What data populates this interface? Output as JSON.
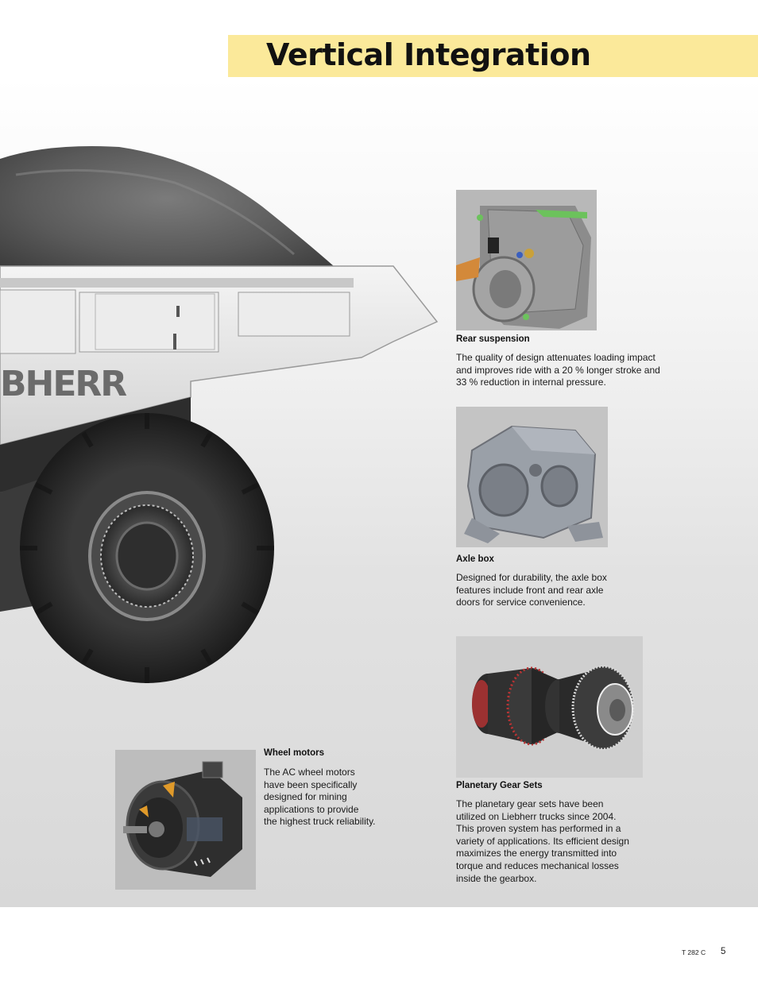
{
  "title": "Vertical Integration",
  "truck_photo": {
    "brand_lettering": "BHERR"
  },
  "sections": {
    "rear_suspension": {
      "title": "Rear suspension",
      "lines": [
        "The quality of design attenuates loading impact",
        "and improves ride with a 20 % longer stroke and",
        "33 % reduction in internal pressure."
      ]
    },
    "axle_box": {
      "title": "Axle box",
      "lines": [
        "Designed for durability, the axle box",
        "features include front and rear axle",
        "doors for service convenience."
      ]
    },
    "planetary_gear_sets": {
      "title": "Planetary Gear Sets",
      "lines": [
        "The planetary gear sets have been",
        "utilized on Liebherr trucks since 2004.",
        "This proven system has performed in a",
        "variety of applications. Its efficient design",
        "maximizes the energy transmitted into",
        "torque and reduces mechanical losses",
        "inside the gearbox."
      ]
    },
    "wheel_motors": {
      "title": "Wheel motors",
      "lines": [
        "The AC wheel motors",
        "have been specifically",
        "designed for mining",
        "applications to provide",
        "the highest truck reliability."
      ]
    }
  },
  "footer": {
    "code": "T 282 C",
    "page": "5"
  }
}
